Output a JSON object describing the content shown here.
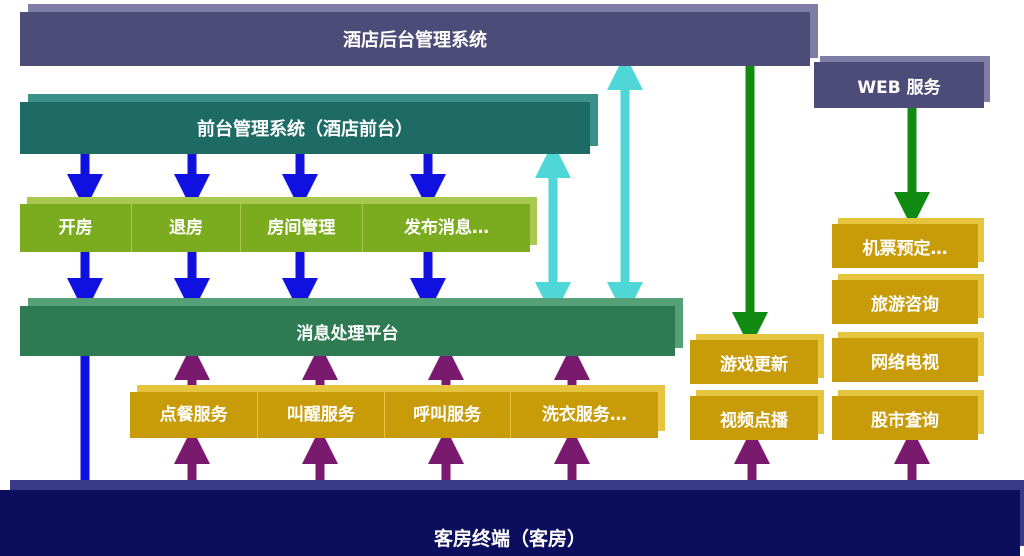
{
  "blocks": {
    "hotel_backend": "酒店后台管理系统",
    "web_service": "WEB 服务",
    "front_desk": "前台管理系统（酒店前台）",
    "communication_platform": "消息处理平台",
    "guest_terminal": "客房终端（客房）"
  },
  "front_desk_functions": [
    "开房",
    "退房",
    "房间管理",
    "发布消息…"
  ],
  "room_services": [
    "点餐服务",
    "叫醒服务",
    "呼叫服务",
    "洗衣服务…"
  ],
  "media_services": [
    "游戏更新",
    "视频点播"
  ],
  "web_services": [
    "机票预定…",
    "旅游咨询",
    "网络电视",
    "股市查询"
  ],
  "colors": {
    "backend": "#4d4b77",
    "front_desk": "#1e6b66",
    "functions": "#7bab1e",
    "platform": "#2e7a52",
    "services": "#c89b08",
    "terminal": "#0d0d5e",
    "arrow_blue": "#1010e0",
    "arrow_cyan": "#4fd6d6",
    "arrow_green": "#118a11",
    "arrow_purple": "#7a1a6e"
  }
}
